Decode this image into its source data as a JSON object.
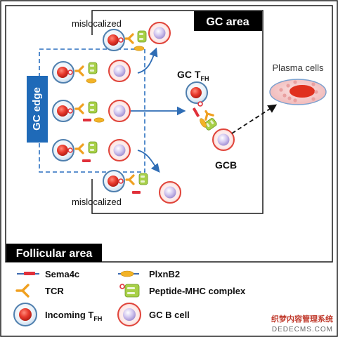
{
  "labels": {
    "gc_area": "GC area",
    "follicular_area": "Follicular area",
    "gc_edge": "GC edge",
    "mislocalized_top": "mislocalized",
    "mislocalized_bottom": "mislocalized",
    "gc_tfh_main": "GC T",
    "gc_tfh_sub": "FH",
    "gcb": "GCB",
    "plasma_cells": "Plasma cells"
  },
  "legend": {
    "sema4c": "Sema4c",
    "plxnb2": "PlxnB2",
    "tcr": "TCR",
    "peptide_mhc": "Peptide-MHC complex",
    "incoming_tfh_main": "Incoming T",
    "incoming_tfh_sub": "FH",
    "gc_b_cell": "GC B cell"
  },
  "watermark": {
    "cn": "织梦内容管理系统",
    "en": "DEDECMS.COM"
  },
  "colors": {
    "frame": "#1a1a1a",
    "label_bg": "#000000",
    "gc_edge_blue": "#2a6fbf",
    "arrow_blue": "#2f6db5",
    "tfh_ring": "#4f7fae",
    "nucleus_red": "#e0443a",
    "b_cell_nucleus": "#c4b7e6",
    "tcr_orange": "#f0a020",
    "mhc_green": "#9bc83c",
    "sema4c_red": "#e0303a",
    "plxnb2_yellow": "#f2b327",
    "plasma_fill": "#f2c8c8"
  }
}
